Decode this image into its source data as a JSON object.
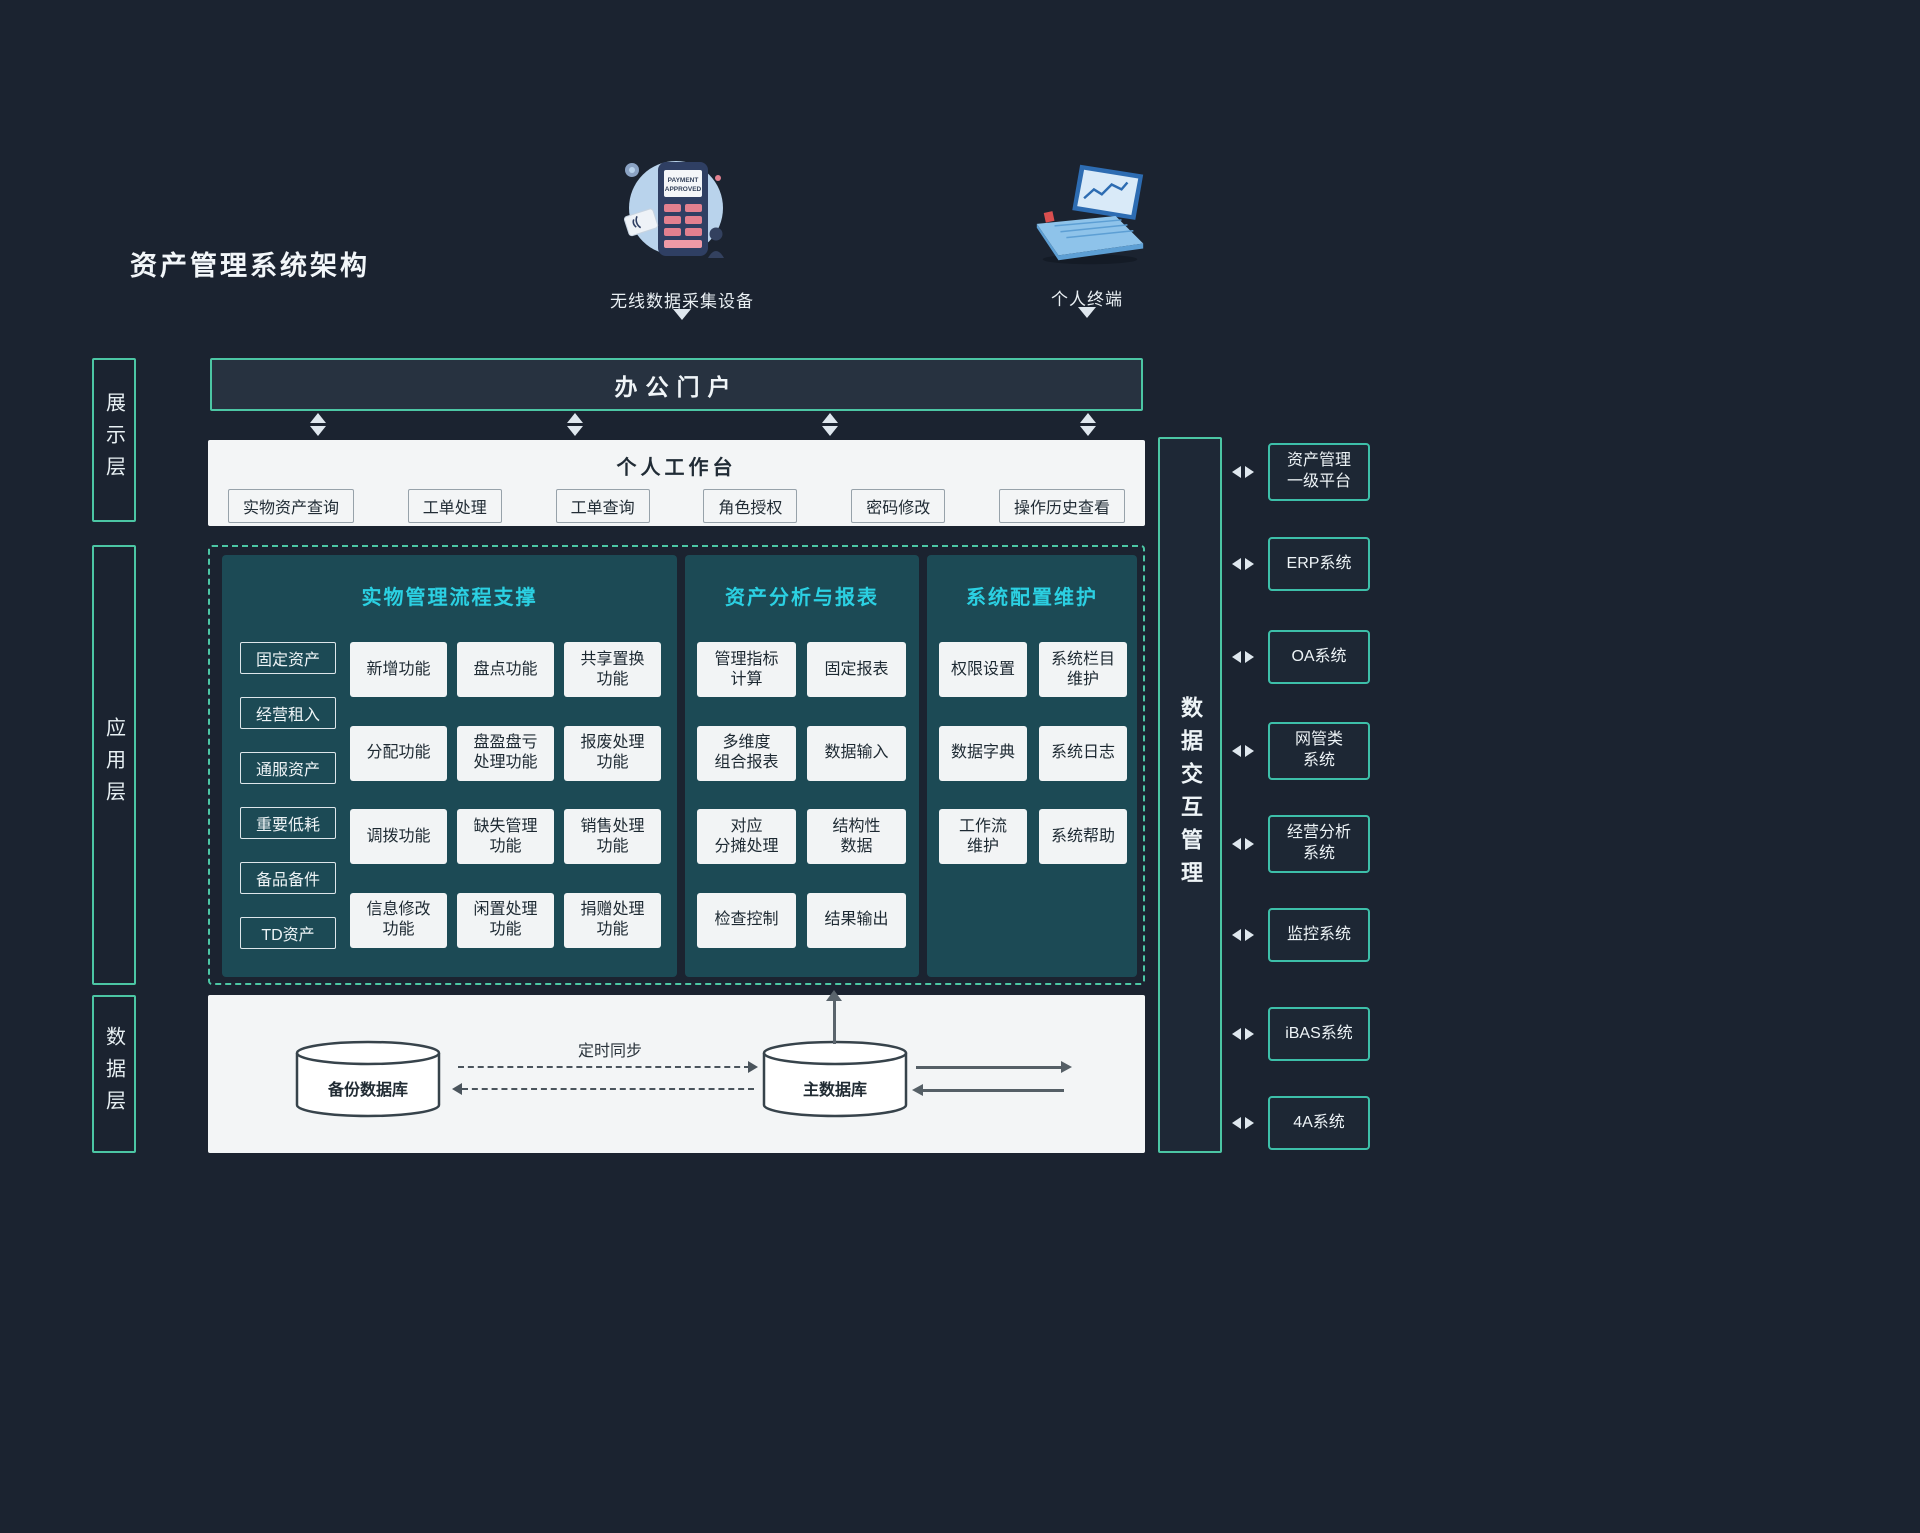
{
  "title": "资产管理系统架构",
  "devices": [
    {
      "label": "无线数据采集设备",
      "screen_line1": "PAYMENT",
      "screen_line2": "APPROVED"
    },
    {
      "label": "个人终端"
    }
  ],
  "layers": [
    {
      "label": "展示层"
    },
    {
      "label": "应用层"
    },
    {
      "label": "数据层"
    }
  ],
  "portal": {
    "title": "办公门户"
  },
  "workbench": {
    "title": "个人工作台",
    "items": [
      "实物资产查询",
      "工单处理",
      "工单查询",
      "角色授权",
      "密码修改",
      "操作历史查看"
    ]
  },
  "app_panels": [
    {
      "title": "实物管理流程支撑",
      "categories": [
        "固定资产",
        "经营租入",
        "通服资产",
        "重要低耗",
        "备品备件",
        "TD资产"
      ],
      "functions": [
        "新增功能",
        "盘点功能",
        "共享置换\n功能",
        "分配功能",
        "盘盈盘亏\n处理功能",
        "报废处理\n功能",
        "调拨功能",
        "缺失管理\n功能",
        "销售处理\n功能",
        "信息修改\n功能",
        "闲置处理\n功能",
        "捐赠处理\n功能"
      ]
    },
    {
      "title": "资产分析与报表",
      "functions": [
        "管理指标\n计算",
        "固定报表",
        "多维度\n组合报表",
        "数据输入",
        "对应\n分摊处理",
        "结构性\n数据",
        "检查控制",
        "结果输出"
      ]
    },
    {
      "title": "系统配置维护",
      "functions": [
        "权限设置",
        "系统栏目\n维护",
        "数据字典",
        "系统日志",
        "工作流\n维护",
        "系统帮助"
      ]
    }
  ],
  "data_layer": {
    "backup_db": "备份数据库",
    "main_db": "主数据库",
    "sync_label": "定时同步"
  },
  "interaction_bus": {
    "title": "数据交互管理"
  },
  "external_systems": [
    "资产管理\n一级平台",
    "ERP系统",
    "OA系统",
    "网管类\n系统",
    "经营分析\n系统",
    "监控系统",
    "iBAS系统",
    "4A系统"
  ],
  "colors": {
    "background": "#1b2330",
    "accent_green": "#4cc6a4",
    "accent_teal": "#3dbfa9",
    "panel_teal": "#1c4a55",
    "heading_cyan": "#2bd0e2",
    "light_box": "#f3f5f6"
  }
}
